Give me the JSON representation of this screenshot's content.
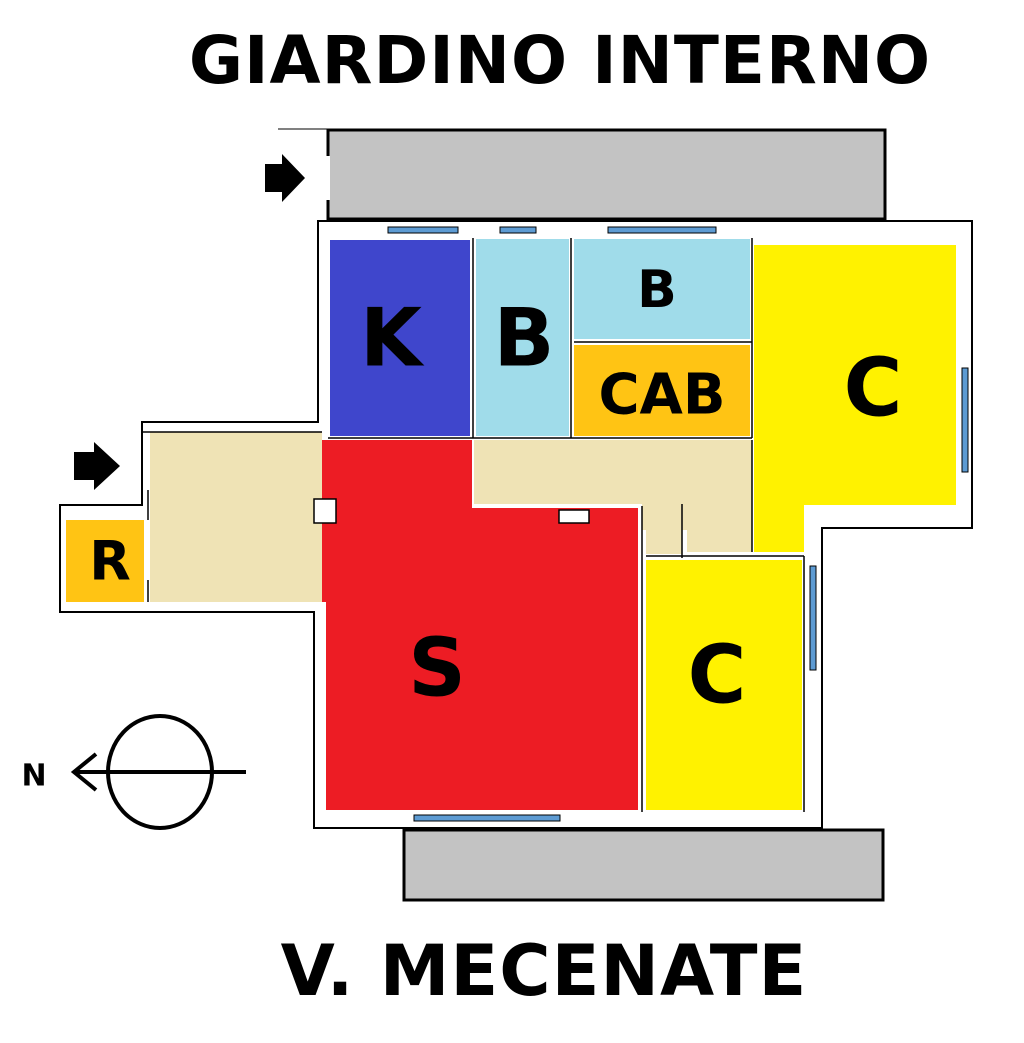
{
  "headings": {
    "top": "GIARDINO INTERNO",
    "bottom": "V. MECENATE"
  },
  "compass": {
    "label": "N"
  },
  "rooms": {
    "kitchen": "K",
    "bath_main": "B",
    "bath_small": "B",
    "closet": "CAB",
    "bedroom_north": "C",
    "bedroom_south": "C",
    "living": "S",
    "storage": "R"
  },
  "colors": {
    "kitchen": "#3f46cc",
    "bath": "#a0dcea",
    "closet": "#ffc414",
    "bedroom": "#fff200",
    "living": "#ed1c24",
    "corridor": "#efe3b5",
    "terrace": "#c3c3c3",
    "window": "#5d9bd3"
  },
  "icons": [
    "entrance-arrow-icon",
    "entrance-arrow-icon",
    "compass-north-icon"
  ]
}
